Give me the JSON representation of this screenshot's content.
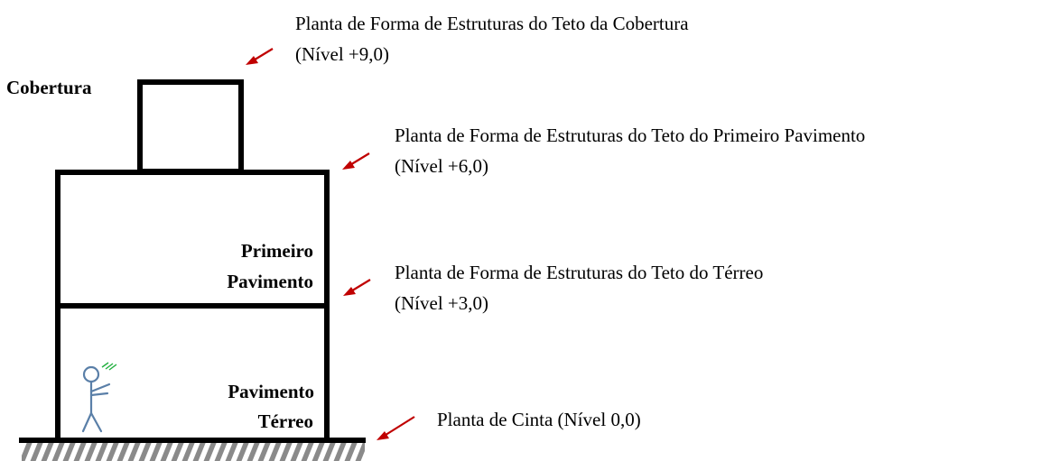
{
  "floors": {
    "roof_label": "Cobertura",
    "first_floor_label_line1": "Primeiro",
    "first_floor_label_line2": "Pavimento",
    "ground_floor_label_line1": "Pavimento",
    "ground_floor_label_line2": "Térreo"
  },
  "annotations": [
    {
      "line1": "Planta de Forma de Estruturas do Teto da Cobertura",
      "line2": "(Nível +9,0)"
    },
    {
      "line1": "Planta de Forma de Estruturas do Teto do Primeiro Pavimento",
      "line2": "(Nível +6,0)"
    },
    {
      "line1": "Planta de Forma de Estruturas do Teto do Térreo",
      "line2": "(Nível +3,0)"
    },
    {
      "line1": "Planta de Cinta (Nível 0,0)"
    }
  ],
  "colors": {
    "structure": "#000000",
    "arrow": "#c00000",
    "person": "#5a7fa8",
    "person_lines": "#22b040",
    "ground_hatch": "#8a8a8a"
  },
  "icons": {
    "arrow": "red-diagonal-arrow",
    "person": "stick-figure-person"
  }
}
